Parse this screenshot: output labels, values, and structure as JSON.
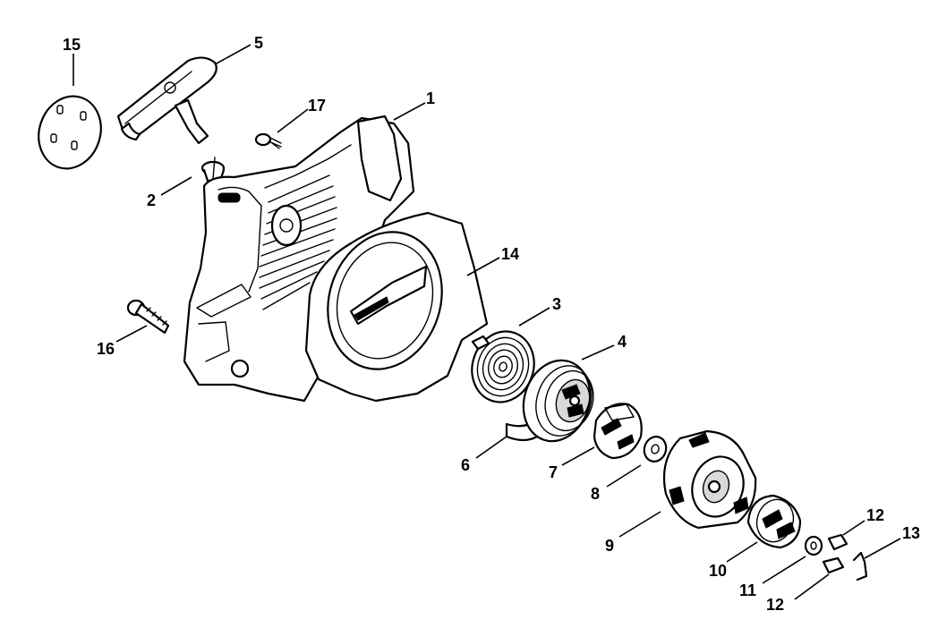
{
  "callouts": {
    "c1": "1",
    "c2": "2",
    "c3": "3",
    "c4": "4",
    "c5": "5",
    "c6": "6",
    "c7": "7",
    "c8": "8",
    "c9": "9",
    "c10": "10",
    "c11": "11",
    "c12a": "12",
    "c12b": "12",
    "c13": "13",
    "c14": "14",
    "c15": "15",
    "c16": "16",
    "c17": "17"
  }
}
